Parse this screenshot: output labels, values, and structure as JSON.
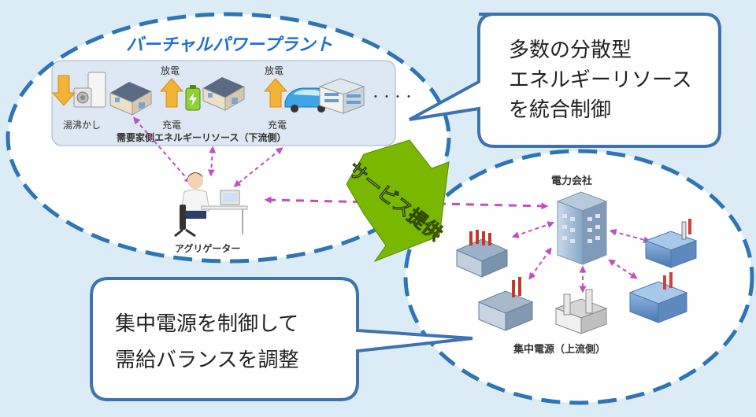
{
  "vpp": {
    "title": "バーチャルパワープラント",
    "labels": {
      "water_heater": "湯沸かし",
      "discharge": "放電",
      "charge": "充電",
      "ellipsis": "・・・・",
      "demand_side": "需要家側エネルギーリソース（下流側）"
    },
    "aggregator": "アグリゲーター"
  },
  "service": {
    "label": "サービス提供"
  },
  "utility": {
    "company": "電力会社",
    "central": "集中電源（上流側）"
  },
  "callouts": {
    "top_right": [
      "多数の分散型",
      "エネルギーリソース",
      "を統合制御"
    ],
    "bottom_left": [
      "集中電源を制御して",
      "需給バランスを調整"
    ]
  },
  "colors": {
    "background": "#dcecf7",
    "ellipse_border": "#2e75b6",
    "title": "#1f6fd0",
    "service_arrow": "#7ab800",
    "dashed_arrow": "#c050c0",
    "callout_border": "#3f72b0"
  }
}
